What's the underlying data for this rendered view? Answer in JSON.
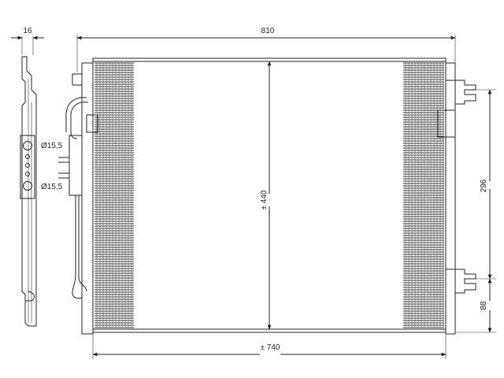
{
  "dimensions": {
    "side_thickness": "16",
    "overall_width": "810",
    "core_height": "± 440",
    "core_width": "± 740",
    "bracket_spacing": "296",
    "bottom_offset": "88",
    "port_diameter_top": "Ø15,5",
    "port_diameter_bottom": "Ø15,5"
  },
  "colors": {
    "line": "#222222",
    "fin": "#333333",
    "background": "#ffffff"
  }
}
